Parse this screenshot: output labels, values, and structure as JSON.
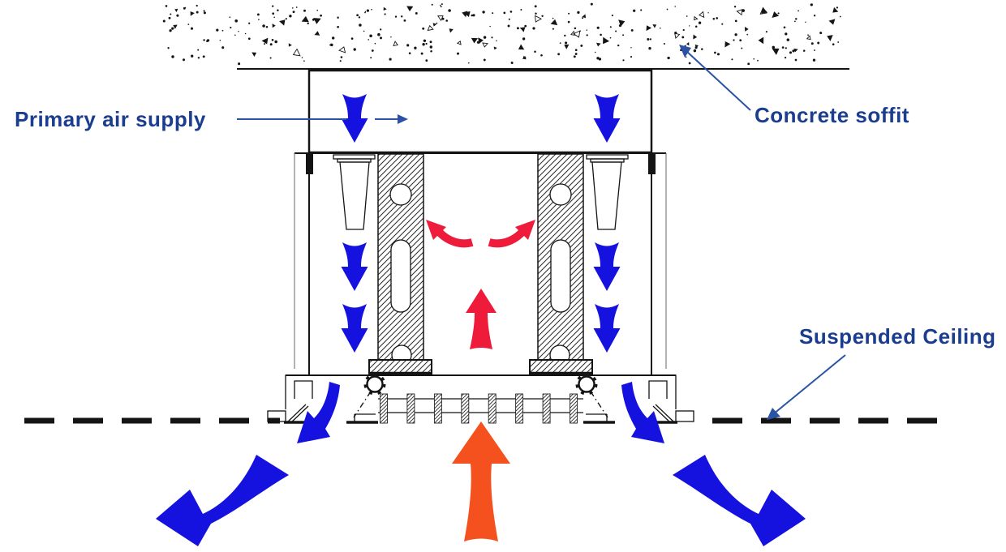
{
  "labels": {
    "primary_air_supply": "Primary air supply",
    "concrete_soffit": "Concrete soffit",
    "suspended_ceiling": "Suspended Ceiling"
  },
  "colors": {
    "label_text": "#1b3d8f",
    "leader_blue": "#2b52a5",
    "supply_blue": "#1512e0",
    "induced_red": "#ee1b3a",
    "warm_orange": "#f4511e",
    "ink": "#141414"
  },
  "grille": {
    "slat_count": 8
  },
  "arrows": {
    "primary_supply_down": "blue tapered arrows (primary air supply into plenum and side channels)",
    "induced_room_air_up": "orange arrow (room air induced upward into unit)",
    "induced_air_split": "red arrows (induced air rising and splitting across coil)",
    "discharge_to_room": "blue curved arrows (conditioned air discharged along ceiling)"
  }
}
